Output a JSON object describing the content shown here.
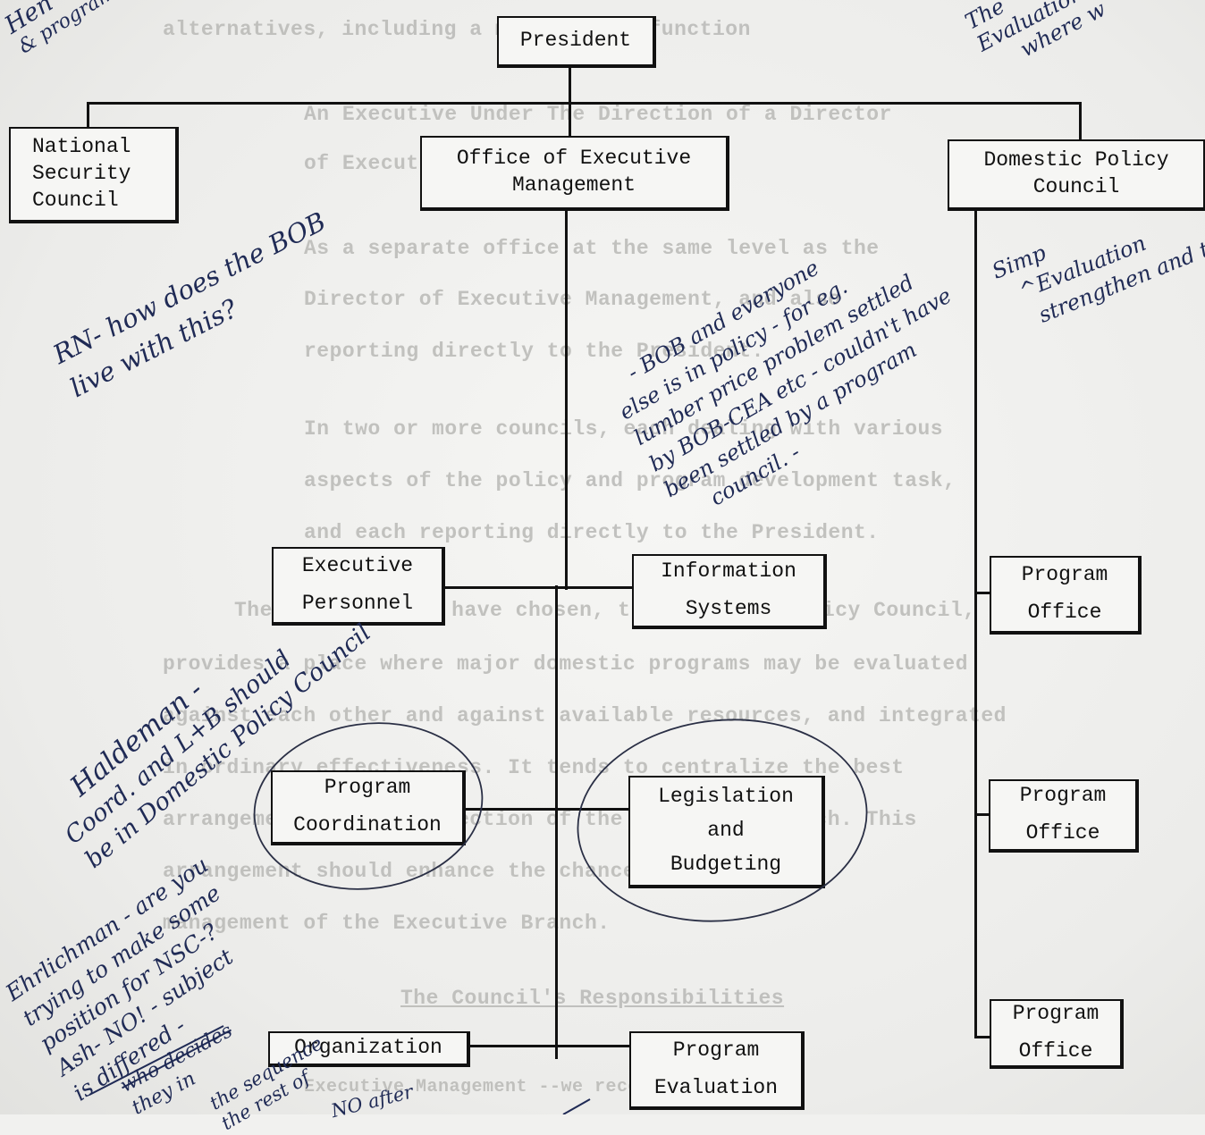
{
  "chart": {
    "boxes": {
      "president": [
        "President"
      ],
      "nsc": [
        "National",
        "Security",
        "Council"
      ],
      "oem": [
        "Office of Executive",
        "Management"
      ],
      "dpc": [
        "Domestic Policy",
        "Council"
      ],
      "exec_personnel": [
        "Executive",
        "Personnel"
      ],
      "info_systems": [
        "Information",
        "Systems"
      ],
      "prog_coord": [
        "Program",
        "Coordination"
      ],
      "leg_budget": [
        "Legislation",
        "and",
        "Budgeting"
      ],
      "organization": [
        "Organization"
      ],
      "prog_eval": [
        "Program",
        "Evaluation"
      ],
      "prog_office_1": [
        "Program",
        "Office"
      ],
      "prog_office_2": [
        "Program",
        "Office"
      ],
      "prog_office_3": [
        "Program",
        "Office"
      ]
    }
  },
  "typed_text_behind": [
    "alternatives, including a more, staff function",
    "An Executive Under The Direction of a Director",
    "of Executive Management",
    "As a separate office at the same level as the",
    "Director of Executive Management, and also",
    "reporting directly to the President.",
    "In two or more councils, each dealing with various",
    "aspects of the policy and program development task,",
    "and each reporting directly to the President.",
    "The structure we have chosen, the Domestic Policy Council,",
    "provides a place where major domestic programs may be evaluated",
    "against each other and against available resources, and integrated",
    "in ordinary effectiveness. It tends to centralize the best",
    "arrangement for the direction of the executive branch. This",
    "arrangement should enhance the chances for better",
    "management of the Executive Branch.",
    "The Council's Responsibilities",
    "Executive Management --we recommend that"
  ],
  "handwriting": {
    "top_left": [
      "Hen",
      "& program"
    ],
    "top_right": [
      "The",
      "Evaluation",
      "where w"
    ],
    "rn_note": [
      "RN- how does the BOB",
      "live with this?"
    ],
    "bob_note": [
      "- BOB and everyone",
      "else is in policy - for eg.",
      "lumber price problem settled",
      "by BOB-CEA etc - couldn't have",
      "been settled by a program",
      "council. -"
    ],
    "right_note": [
      "Simp",
      "^Evaluation",
      "strengthen and the"
    ],
    "haldeman_note": [
      "Haldeman -",
      "Coord. and L+B should",
      "be in Domestic Policy Council"
    ],
    "ehrlichman_note": [
      "Ehrlichman - are you",
      "trying to make some",
      "position for NSC-?",
      "Ash- NO! - subject",
      "is differed -"
    ],
    "bottom_note": [
      "who decides",
      "they in",
      "the sequence",
      "the rest of",
      "NO after"
    ]
  },
  "colors": {
    "ink": "#1f2a55",
    "print": "#111111",
    "paper": "#f1f1ef"
  }
}
